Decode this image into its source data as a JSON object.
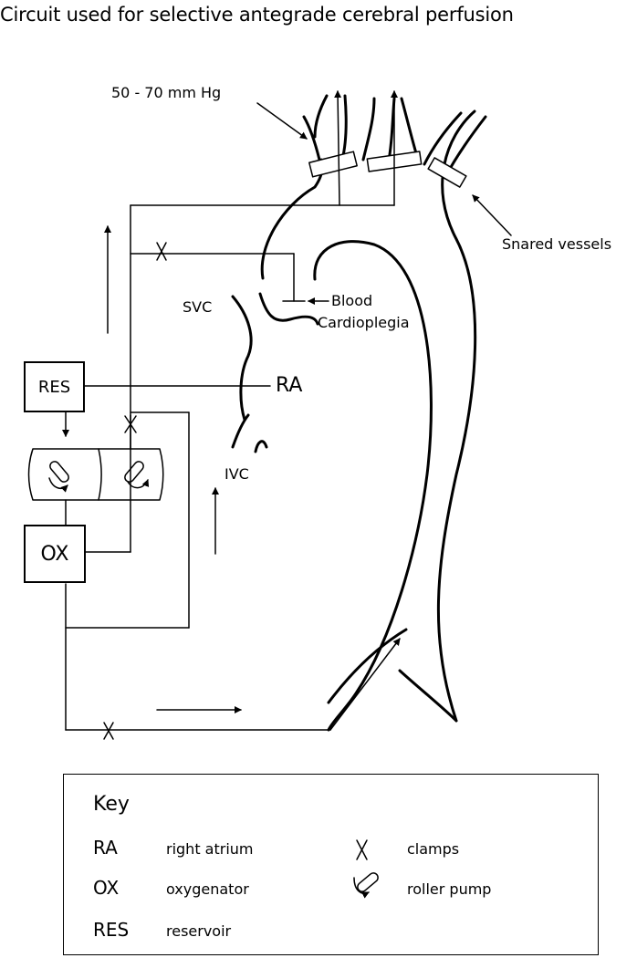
{
  "title": "Circuit used for selective antegrade cerebral perfusion",
  "labels": {
    "pressure": "50 - 70 mm Hg",
    "snared": "Snared vessels",
    "blood": "Blood",
    "cardioplegia": "Cardioplegia",
    "svc": "SVC",
    "ra": "RA",
    "ivc": "IVC"
  },
  "boxes": {
    "res": "RES",
    "ox": "OX"
  },
  "key": {
    "title": "Key",
    "items": [
      {
        "abbr": "RA",
        "desc": "right atrium"
      },
      {
        "abbr": "OX",
        "desc": "oxygenator"
      },
      {
        "abbr": "RES",
        "desc": "reservoir"
      }
    ],
    "symbols": [
      {
        "icon": "clamp-icon",
        "desc": "clamps"
      },
      {
        "icon": "roller-pump-icon",
        "desc": "roller pump"
      }
    ]
  }
}
